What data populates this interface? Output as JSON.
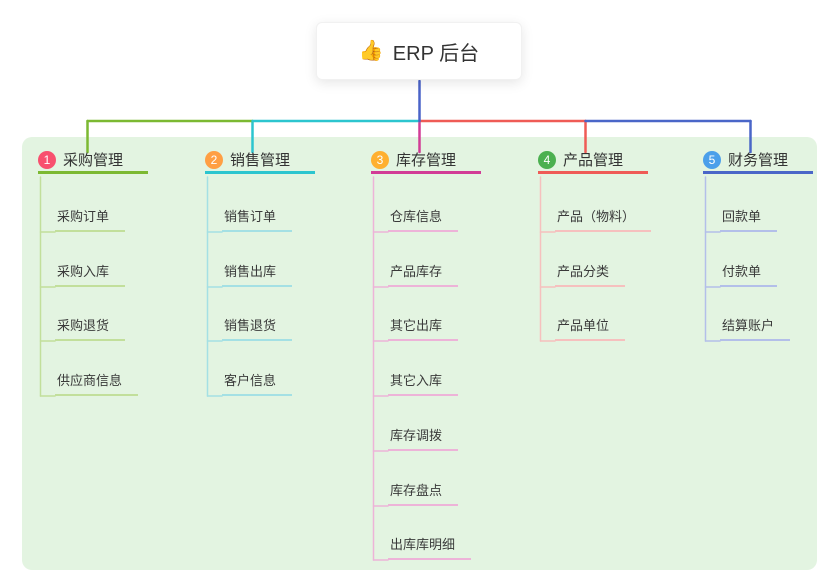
{
  "root": {
    "icon": "👍",
    "label": "ERP 后台"
  },
  "root_connector_color": "#4a63c8",
  "panel_color": "#e3f4e1",
  "branches": [
    {
      "badge": "1",
      "badge_color": "#f8506e",
      "label": "采购管理",
      "line_color": "#7cb932",
      "item_line_color": "#c2df9b",
      "items": [
        "采购订单",
        "采购入库",
        "采购退货",
        "供应商信息"
      ]
    },
    {
      "badge": "2",
      "badge_color": "#ff9f43",
      "label": "销售管理",
      "line_color": "#2cc5cf",
      "item_line_color": "#a4e0e4",
      "items": [
        "销售订单",
        "销售出库",
        "销售退货",
        "客户信息"
      ]
    },
    {
      "badge": "3",
      "badge_color": "#ffb030",
      "label": "库存管理",
      "line_color": "#d23c96",
      "item_line_color": "#edb3d8",
      "items": [
        "仓库信息",
        "产品库存",
        "其它出库",
        "其它入库",
        "库存调拨",
        "库存盘点",
        "出库库明细"
      ]
    },
    {
      "badge": "4",
      "badge_color": "#4cb050",
      "label": "产品管理",
      "line_color": "#ef5b56",
      "item_line_color": "#f6c0be",
      "items": [
        "产品（物料）",
        "产品分类",
        "产品单位"
      ]
    },
    {
      "badge": "5",
      "badge_color": "#4b9fea",
      "label": "财务管理",
      "line_color": "#4a66c8",
      "item_line_color": "#b3bfe9",
      "items": [
        "回款单",
        "付款单",
        "结算账户"
      ]
    }
  ]
}
